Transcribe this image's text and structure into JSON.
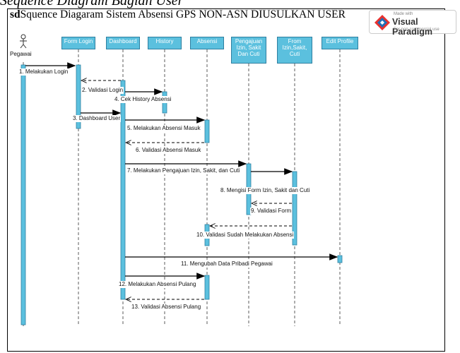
{
  "caption": "Sequence Diagram Bagian User",
  "frame": {
    "keyword": "sd",
    "title": "Squence Diagaram Sistem Absensi GPS NON-ASN DIUSULKAN USER"
  },
  "watermark": {
    "line1": "Made with",
    "brand": "Visual Paradigm",
    "line2": "For non-commercial use"
  },
  "actor": {
    "name": "Pegawai"
  },
  "lifelines": [
    {
      "id": "form-login",
      "label": "Form Login"
    },
    {
      "id": "dashboard",
      "label": "Dashboard"
    },
    {
      "id": "history",
      "label": "History"
    },
    {
      "id": "absensi",
      "label": "Absensi"
    },
    {
      "id": "pengajuan",
      "label": "Pengajuan\nIzin, Sakit\nDan Cuti"
    },
    {
      "id": "form-izin",
      "label": "From\nIzin,Sakit,\nCuti"
    },
    {
      "id": "edit-profile",
      "label": "Edit Profile"
    }
  ],
  "messages": [
    {
      "n": 1,
      "label": "1. Melakukan Login",
      "type": "sync"
    },
    {
      "n": 2,
      "label": "2. Validasi  Login",
      "type": "return"
    },
    {
      "n": 3,
      "label": "3. Dashboard User",
      "type": "sync"
    },
    {
      "n": 4,
      "label": "4. Cek History Absensi",
      "type": "sync"
    },
    {
      "n": 5,
      "label": "5. Melakukan Absensi Masuk",
      "type": "sync"
    },
    {
      "n": 6,
      "label": "6. Validasi Absensi Masuk",
      "type": "return"
    },
    {
      "n": 7,
      "label": "7. Melakukan Pengajuan Izin, Sakit, dan Cuti",
      "type": "sync"
    },
    {
      "n": 8,
      "label": "8. Mengisi Form Izin, Sakit dan Cuti",
      "type": "sync"
    },
    {
      "n": 9,
      "label": "9. Validasi Form",
      "type": "return"
    },
    {
      "n": 10,
      "label": "10. Validasi Sudah Melakukan Absensi",
      "type": "return"
    },
    {
      "n": 11,
      "label": "11. Mengubah Data Pribadi Pegawai",
      "type": "sync"
    },
    {
      "n": 12,
      "label": "12. Melakukan Absensi Pulang",
      "type": "sync"
    },
    {
      "n": 13,
      "label": "13. Validasi Absensi Pulang",
      "type": "return"
    }
  ]
}
